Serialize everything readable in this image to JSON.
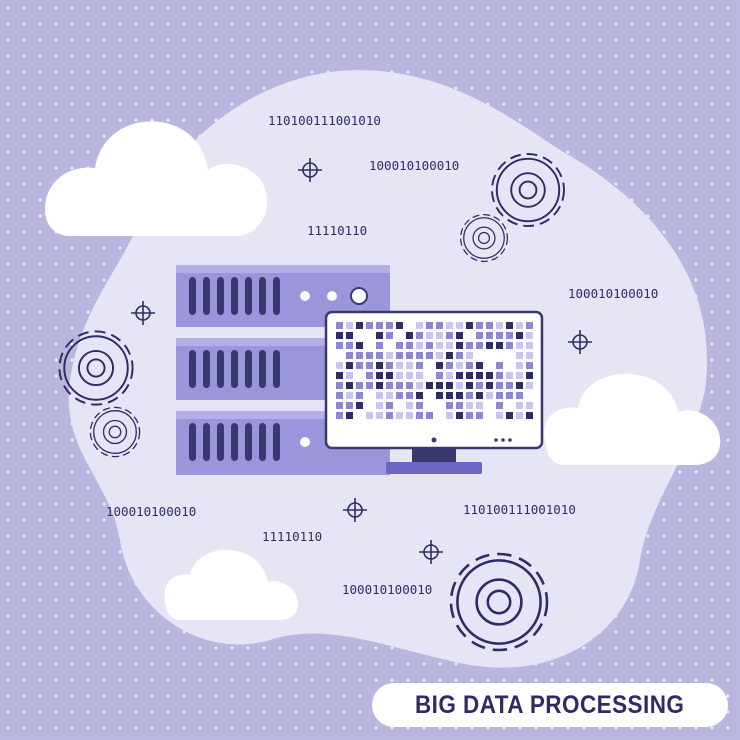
{
  "title": "BIG DATA PROCESSING",
  "binary_labels": [
    "110100111001010",
    "100010100010",
    "11110110",
    "100010100010",
    "100010100010",
    "110100111001010",
    "11110110",
    "100010100010"
  ],
  "icons": [
    "cloud-icon",
    "gear-icon",
    "crosshair-icon",
    "server-rack-icon",
    "monitor-icon"
  ],
  "colors": {
    "background": "#b9b6df",
    "dots": "#ffffff",
    "blob": "#e6e5f5",
    "server": "#9b95dc",
    "server_slots": "#3a3870",
    "outline": "#2e2c63",
    "pixel_dark": "#2e2c63",
    "pixel_mid": "#8c86d4",
    "pixel_light": "#c9c5ee",
    "cloud": "#ffffff",
    "title_text": "#2e2c63"
  }
}
